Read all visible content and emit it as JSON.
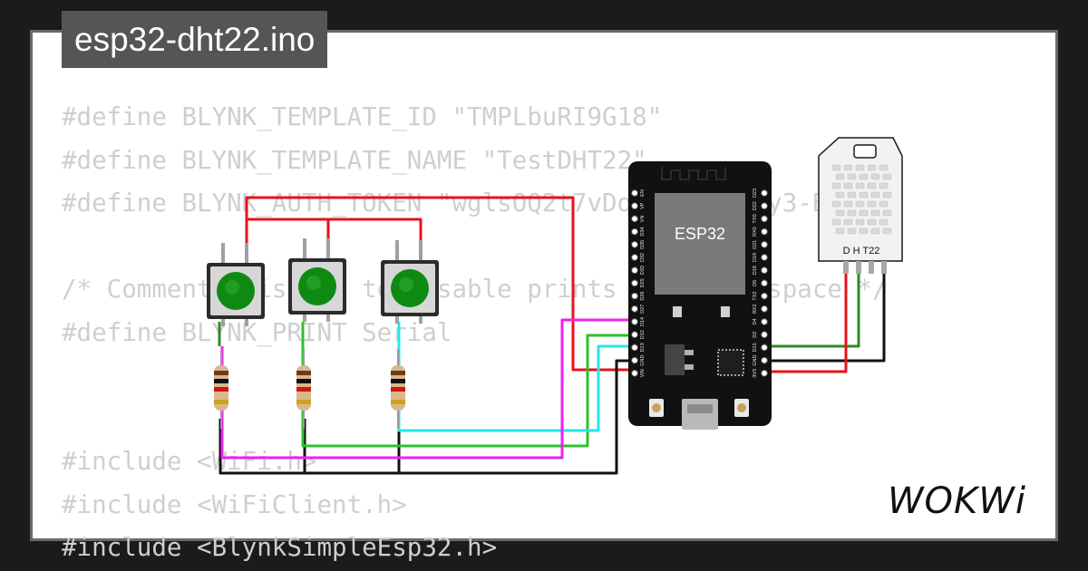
{
  "title": "esp32-dht22.ino",
  "code_lines": [
    "#define BLYNK_TEMPLATE_ID \"TMPLbuRI9G18\"",
    "#define BLYNK_TEMPLATE_NAME \"TestDHT22\"",
    "#define BLYNK_AUTH_TOKEN \"wglsOQ2t7vDqccLuGnZjCy3-Bl",
    "",
    "/* Comment this out to disable prints and save space */",
    "#define BLYNK_PRINT Serial",
    "",
    "",
    "#include <WiFi.h>",
    "#include <WiFiClient.h>",
    "#include <BlynkSimpleEsp32.h>"
  ],
  "esp32": {
    "label": "ESP32",
    "left_pins": [
      "EN",
      "VP",
      "VN",
      "D34",
      "D35",
      "D32",
      "D33",
      "D25",
      "D26",
      "D27",
      "D14",
      "D12",
      "D13",
      "GND",
      "VIN"
    ],
    "right_pins": [
      "D23",
      "D22",
      "TX0",
      "RX0",
      "D21",
      "D19",
      "D18",
      "D5",
      "TX2",
      "RX2",
      "D4",
      "D2",
      "D15",
      "GND",
      "3V3"
    ]
  },
  "dht22": {
    "label": "D H T22"
  },
  "buttons": [
    "button-1",
    "button-2",
    "button-3"
  ],
  "logo": "WOKWi",
  "colors": {
    "background": "#1b1b1b",
    "card": "#ffffff",
    "code_text": "#cfcfcf",
    "title_bg": "#555555",
    "wire_red": "#e8121b",
    "wire_black": "#111111",
    "wire_green": "#2ec02e",
    "wire_cyan": "#22e8e8",
    "wire_magenta": "#ee22ee",
    "wire_dark_green": "#2a8a2a",
    "button_green": "#0e8a12"
  }
}
